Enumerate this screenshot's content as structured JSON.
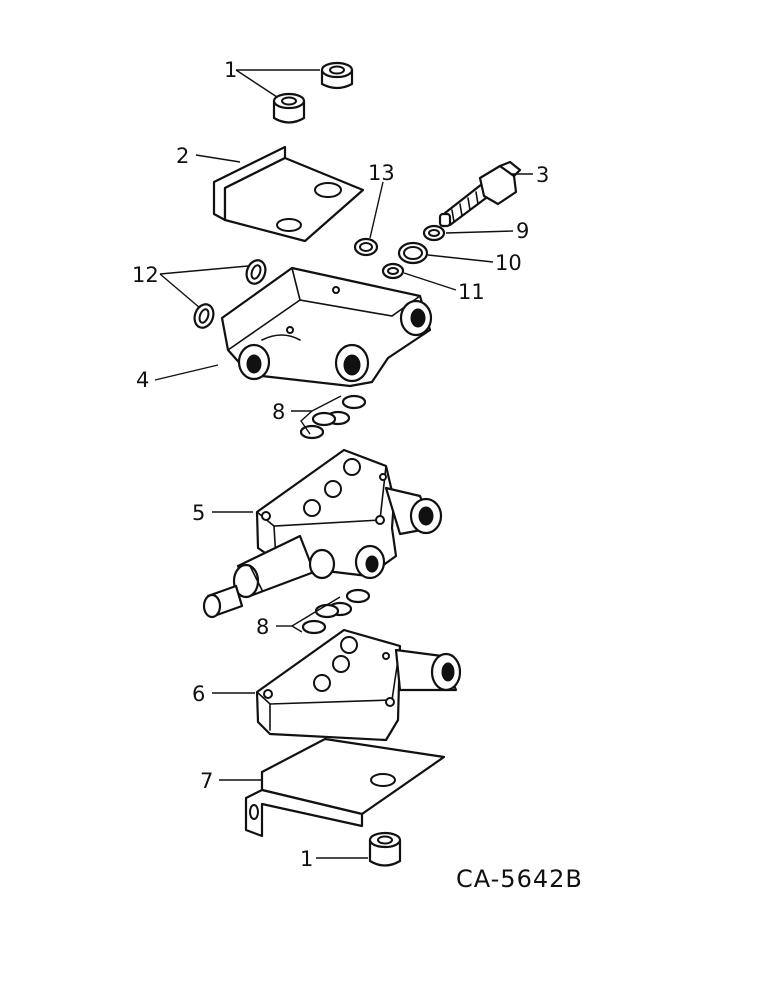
{
  "drawing_code": "CA-5642B",
  "callouts": {
    "c1_top": "1",
    "c2": "2",
    "c3": "3",
    "c4": "4",
    "c5": "5",
    "c6": "6",
    "c7": "7",
    "c8_upper": "8",
    "c8_lower": "8",
    "c9": "9",
    "c10": "10",
    "c11": "11",
    "c12": "12",
    "c13": "13",
    "c1_bottom": "1"
  }
}
